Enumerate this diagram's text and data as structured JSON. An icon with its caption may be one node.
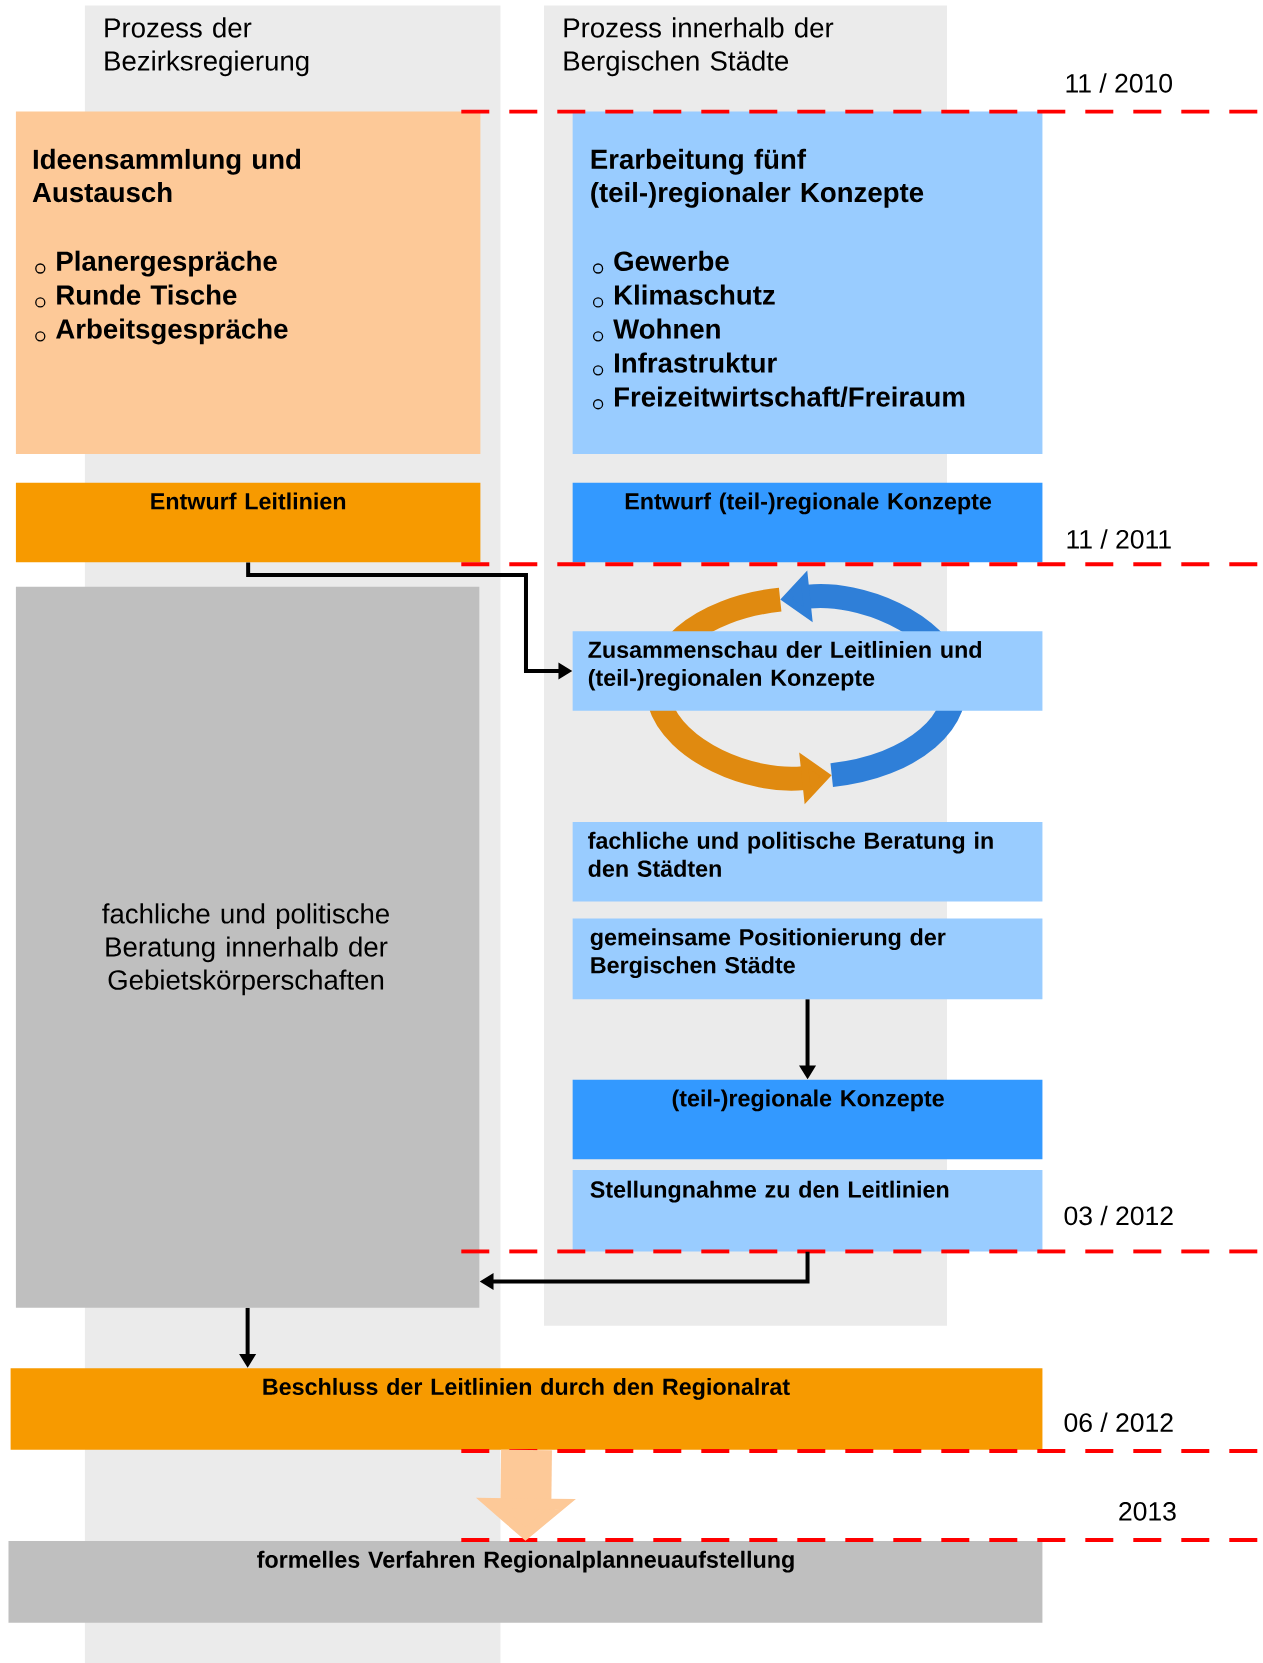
{
  "diagram": {
    "nodes": [
      {
        "text": [
          "Ideensammlung und Austausch",
          "Planergespräche",
          "Runde Tische",
          "Arbeitsgespräche"
        ]
      },
      {
        "text": [
          "Erarbeitung fünf (teil-)regionaler Konzepte",
          "Gewerbe",
          "Klimaschutz",
          "Wohnen",
          "Infrastruktur",
          "Freizeitwirtschaft/Freiraum"
        ]
      },
      {
        "text": [
          "Entwurf Leitlinien"
        ]
      },
      {
        "text": [
          "Entwurf (teil-)regionale Konzepte"
        ]
      },
      {
        "text": [
          "fachliche und politische Beratung innerhalb der Gebietskörperschaften"
        ]
      },
      {
        "text": [
          "Zusammenschau der Leitlinien und (teil-)regionalen Konzepte"
        ]
      },
      {
        "text": [
          "fachliche und politische Beratung in den Städten"
        ]
      },
      {
        "text": [
          "gemeinsame Positionierung der Bergischen Städte"
        ]
      },
      {
        "text": [
          "(teil-)regionale Konzepte"
        ]
      },
      {
        "text": [
          "Stellungnahme zu den Leitlinien"
        ]
      },
      {
        "text": [
          "Beschluss der Leitlinien durch den Regionalrat"
        ]
      },
      {
        "text": [
          "formelles Verfahren Regionalplanneuaufstellung"
        ]
      }
    ],
    "edges": [
      {
        "from": 2,
        "to": 5,
        "arrow": "to"
      },
      {
        "from": 7,
        "to": 8,
        "arrow": "to"
      },
      {
        "from": 9,
        "to": 4,
        "arrow": "to"
      },
      {
        "from": 4,
        "to": 10,
        "arrow": "to"
      },
      {
        "from": 10,
        "to": 11,
        "arrow": "to",
        "style": "thick",
        "color": "#fdc998"
      }
    ],
    "labels": [
      "Prozess der Bezirksregierung",
      "Prozess innerhalb der Bergischen Städte",
      "11 / 2010",
      "11 / 2011",
      "03 / 2012",
      "06 / 2012",
      "2013"
    ]
  }
}
